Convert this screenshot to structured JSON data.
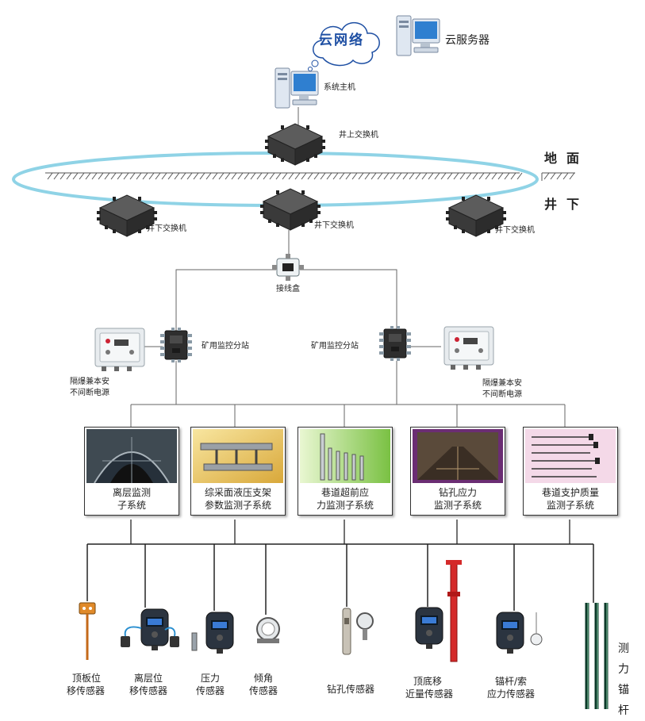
{
  "cloud": {
    "label": "云网络"
  },
  "cloud_server": {
    "label": "云服务器"
  },
  "host": {
    "label": "系统主机"
  },
  "surface_switch": {
    "label": "井上交换机"
  },
  "zones": {
    "surface": "地面",
    "underground": "井下"
  },
  "underground_switches": [
    {
      "label": "井下交换机"
    },
    {
      "label": "井下交换机"
    },
    {
      "label": "井下交换机"
    }
  ],
  "junction_box": {
    "label": "接线盒"
  },
  "substations": [
    {
      "label": "矿用监控分站"
    },
    {
      "label": "矿用监控分站"
    }
  ],
  "power_supplies": [
    {
      "line1": "隔爆兼本安",
      "line2": "不间断电源"
    },
    {
      "line1": "隔爆兼本安",
      "line2": "不间断电源"
    }
  ],
  "subsystems": [
    {
      "line1": "离层监测",
      "line2": "子系统"
    },
    {
      "line1": "综采面液压支架",
      "line2": "参数监测子系统"
    },
    {
      "line1": "巷道超前应",
      "line2": "力监测子系统"
    },
    {
      "line1": "钻孔应力",
      "line2": "监测子系统"
    },
    {
      "line1": "巷道支护质量",
      "line2": "监测子系统"
    }
  ],
  "sensors": [
    {
      "line1": "顶板位",
      "line2": "移传感器"
    },
    {
      "line1": "离层位",
      "line2": "移传感器"
    },
    {
      "line1": "压力",
      "line2": "传感器"
    },
    {
      "line1": "倾角",
      "line2": "传感器"
    },
    {
      "line1": "钻孔传感器",
      "line2": ""
    },
    {
      "line1": "顶底移",
      "line2": "近量传感器"
    },
    {
      "line1": "锚杆/索",
      "line2": "应力传感器"
    }
  ],
  "anchor_rod": {
    "chars": [
      "测",
      "力",
      "锚",
      "杆"
    ]
  }
}
